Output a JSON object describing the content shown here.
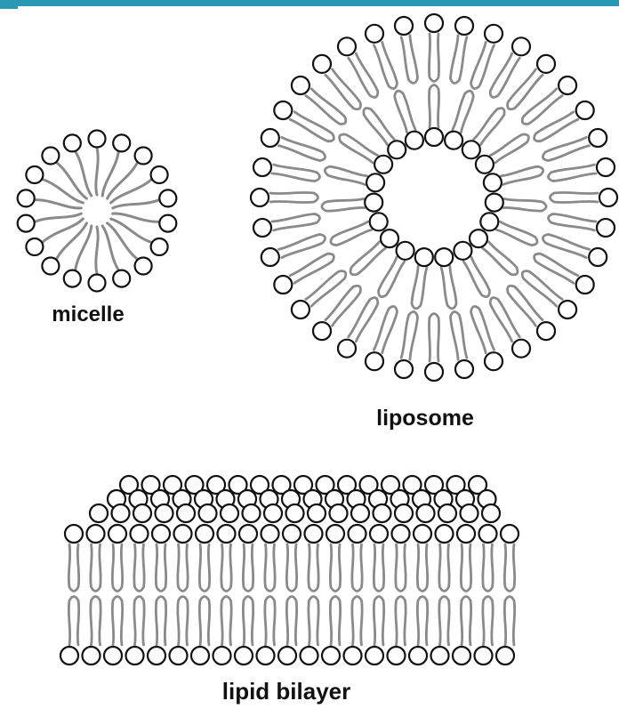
{
  "labels": {
    "micelle": "micelle",
    "liposome": "liposome",
    "bilayer": "lipid bilayer"
  },
  "colors": {
    "top_bar": "#2a9ab4",
    "head_stroke": "#111111",
    "head_fill": "#ffffff",
    "tail_stroke": "#8a8a8a",
    "text": "#111111"
  }
}
